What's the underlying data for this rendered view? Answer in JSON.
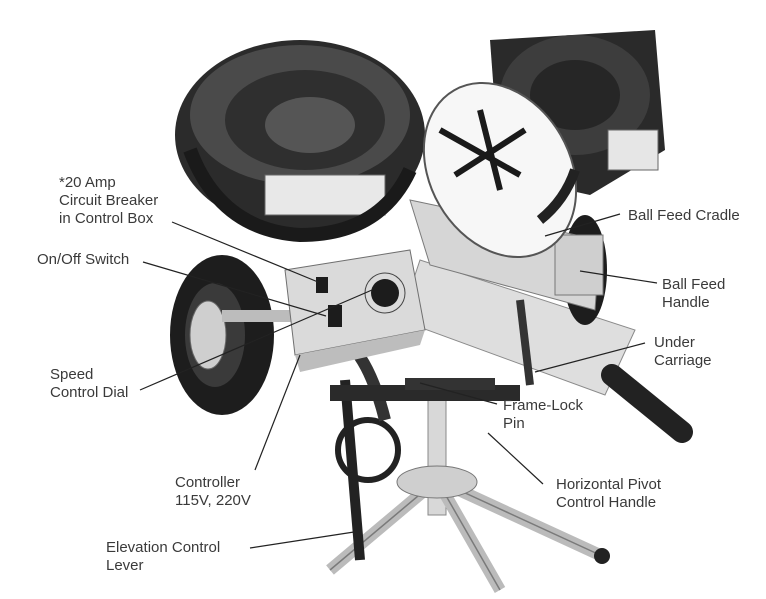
{
  "labels": {
    "circuit_breaker": "*20 Amp\nCircuit Breaker\nin Control Box",
    "on_off_switch": "On/Off Switch",
    "speed_control_dial": "Speed\nControl Dial",
    "controller": "Controller\n115V, 220V",
    "elevation_control_lever": "Elevation Control\nLever",
    "ball_feed_cradle": "Ball Feed Cradle",
    "ball_feed_handle": "Ball Feed\nHandle",
    "under_carriage": "Under\nCarriage",
    "frame_lock_pin": "Frame-Lock\nPin",
    "horizontal_pivot_control_handle": "Horizontal Pivot\nControl Handle"
  },
  "colors": {
    "wheel_black": "#1d1d1d",
    "frame_silver": "#c9c9c9",
    "label_text": "#3a3a3a"
  }
}
